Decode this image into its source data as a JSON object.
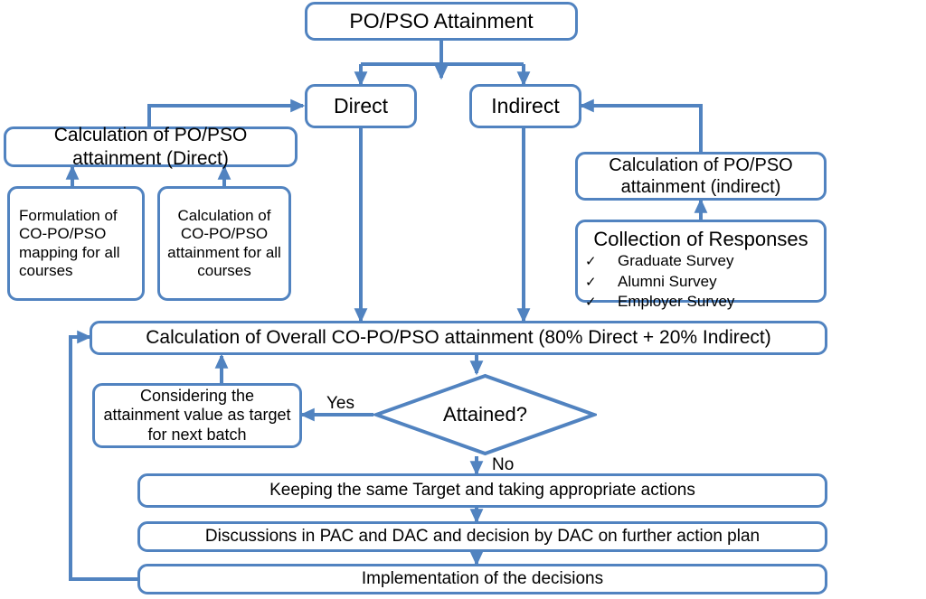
{
  "diagram": {
    "title": "PO/PSO Attainment Flowchart",
    "accent_color": "#5183c0",
    "background_color": "#ffffff",
    "text_color": "#000000"
  },
  "nodes": {
    "root": "PO/PSO Attainment",
    "direct": "Direct",
    "indirect": "Indirect",
    "calc_direct": "Calculation of PO/PSO attainment (Direct)",
    "calc_indirect": "Calculation of PO/PSO attainment (indirect)",
    "formulation": "Formulation of CO-PO/PSO mapping for all courses",
    "calc_co_attain": "Calculation of CO-PO/PSO attainment for all courses",
    "responses_title": "Collection of Responses",
    "responses_items": [
      "Graduate Survey",
      "Alumni Survey",
      "Employer Survey"
    ],
    "overall": "Calculation of Overall CO-PO/PSO attainment (80% Direct + 20% Indirect)",
    "considering": "Considering the attainment value as target for next batch",
    "decision": "Attained?",
    "keeping_target": "Keeping the same Target and taking appropriate actions",
    "discussions": "Discussions in PAC and DAC and decision by DAC on further action plan",
    "implementation": "Implementation of the decisions"
  },
  "edge_labels": {
    "yes": "Yes",
    "no": "No"
  },
  "icons": {
    "check": "✓"
  }
}
